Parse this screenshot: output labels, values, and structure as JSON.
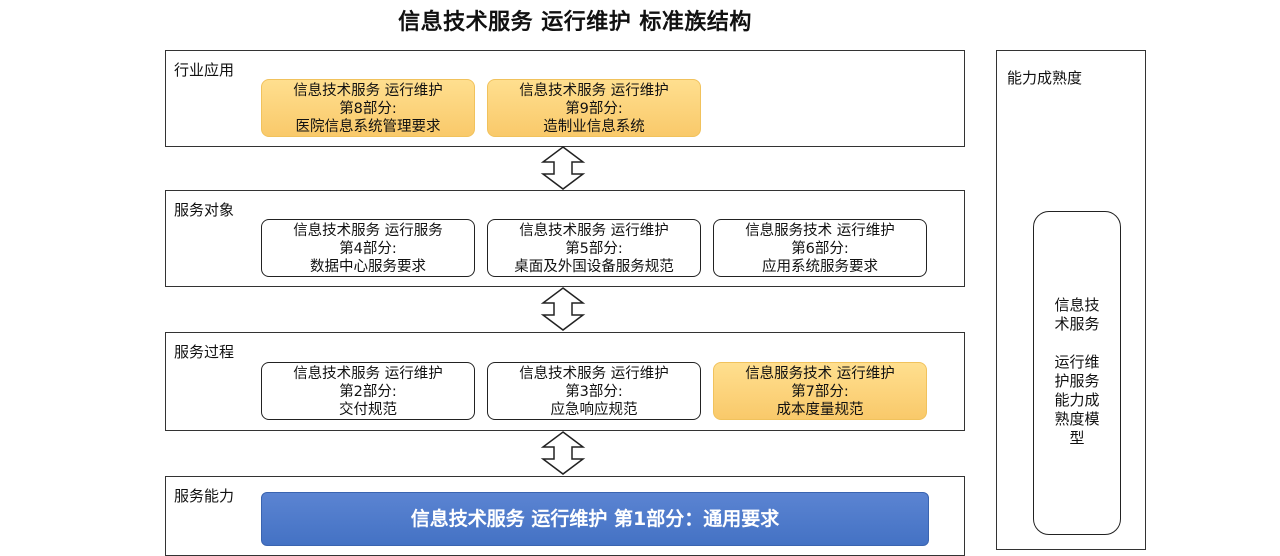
{
  "title": "信息技术服务 运行维护 标准族结构",
  "layers": {
    "industry": {
      "label": "行业应用",
      "docs": [
        {
          "lines": [
            "信息技术服务 运行维护",
            "第8部分:",
            "医院信息系统管理要求"
          ],
          "highlight": true
        },
        {
          "lines": [
            "信息技术服务 运行维护",
            "第9部分:",
            "造制业信息系统"
          ],
          "highlight": true
        }
      ]
    },
    "objects": {
      "label": "服务对象",
      "docs": [
        {
          "lines": [
            "信息技术服务 运行服务",
            "第4部分:",
            "数据中心服务要求"
          ],
          "highlight": false
        },
        {
          "lines": [
            "信息技术服务 运行维护",
            "第5部分:",
            "桌面及外国设备服务规范"
          ],
          "highlight": false
        },
        {
          "lines": [
            "信息服务技术 运行维护",
            "第6部分:",
            "应用系统服务要求"
          ],
          "highlight": false
        }
      ]
    },
    "process": {
      "label": "服务过程",
      "docs": [
        {
          "lines": [
            "信息技术服务 运行维护",
            "第2部分:",
            "交付规范"
          ],
          "highlight": false
        },
        {
          "lines": [
            "信息技术服务 运行维护",
            "第3部分:",
            "应急响应规范"
          ],
          "highlight": false
        },
        {
          "lines": [
            "信息服务技术 运行维护",
            "第7部分:",
            "成本度量规范"
          ],
          "highlight": true
        }
      ]
    },
    "capability": {
      "label": "服务能力",
      "core": "信息技术服务 运行维护 第1部分：通用要求"
    }
  },
  "maturity": {
    "label": "能力成熟度",
    "box_lines_a": [
      "信息技",
      "术服务"
    ],
    "box_lines_b": [
      "运行维",
      "护服务",
      "能力成",
      "熟度模",
      "型"
    ]
  },
  "colors": {
    "highlight": "#f9c96a",
    "core": "#4472c4"
  }
}
